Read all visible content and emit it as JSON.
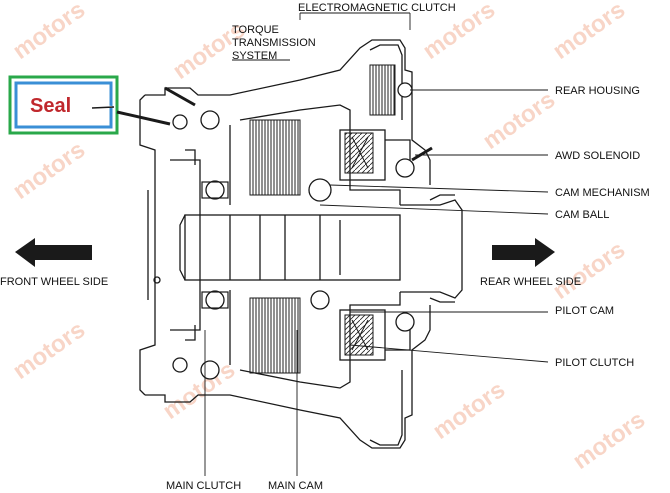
{
  "diagram": {
    "labels": {
      "top": "ELECTROMAGNETIC CLUTCH",
      "torque": [
        "TORQUE",
        "TRANSMISSION",
        "SYSTEM"
      ],
      "seal": "Seal",
      "rear_housing": "REAR HOUSING",
      "awd_solenoid": "AWD SOLENOID",
      "cam_mechanism": "CAM MECHANISM",
      "cam_ball": "CAM BALL",
      "front_wheel_side": "FRONT WHEEL SIDE",
      "rear_wheel_side": "REAR WHEEL SIDE",
      "pilot_cam": "PILOT CAM",
      "pilot_clutch": "PILOT CLUTCH",
      "main_clutch": "MAIN CLUTCH",
      "main_cam": "MAIN CAM"
    },
    "watermark": "motors",
    "colors": {
      "line": "#1a1a1a",
      "seal_text": "#c0282d",
      "seal_box_outer": "#2aa84a",
      "seal_box_inner": "#3a8fd6",
      "watermark": "#f3b49a"
    }
  }
}
